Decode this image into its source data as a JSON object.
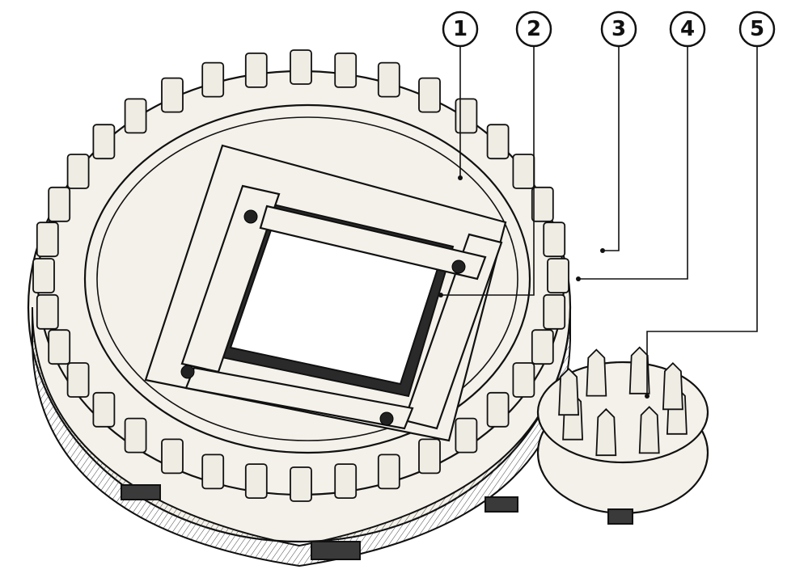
{
  "diagram": {
    "callouts": [
      {
        "id": "1",
        "label": "1"
      },
      {
        "id": "2",
        "label": "2"
      },
      {
        "id": "3",
        "label": "3"
      },
      {
        "id": "4",
        "label": "4"
      },
      {
        "id": "5",
        "label": "5"
      }
    ],
    "gear_teeth_count": 36,
    "pinion_teeth_count": 8
  }
}
